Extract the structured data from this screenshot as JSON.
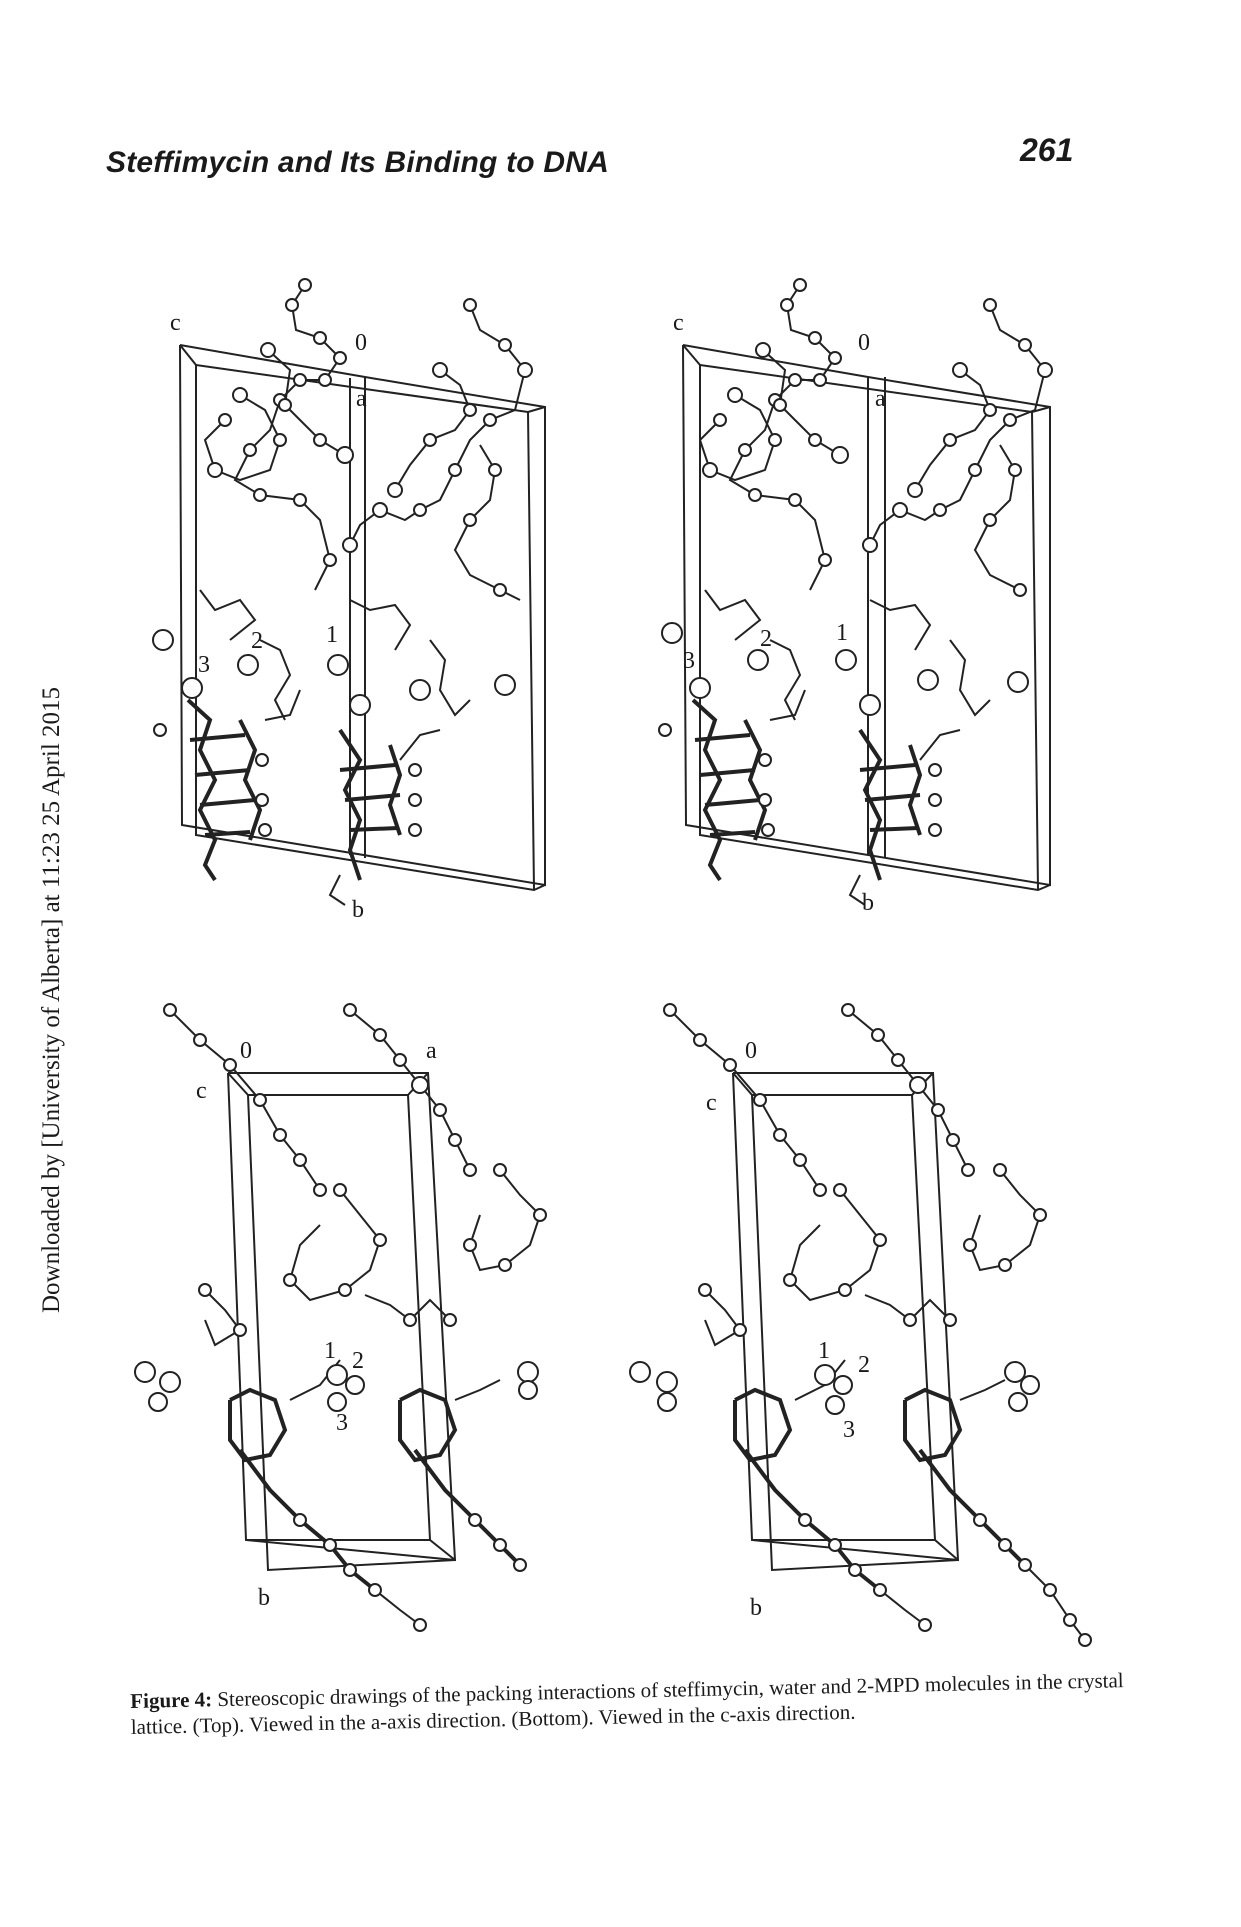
{
  "header": {
    "running_title": "Steffimycin and Its Binding to DNA",
    "page_number": "261"
  },
  "side_note": "Downloaded by [University of Alberta] at 11:23 25 April 2015",
  "figure": {
    "top_panels": [
      {
        "axes": {
          "c": "c",
          "origin": "0",
          "a": "a",
          "b": "b"
        },
        "molecules": [
          "1",
          "2",
          "3"
        ]
      },
      {
        "axes": {
          "c": "c",
          "origin": "0",
          "a": "a",
          "b": "b"
        },
        "molecules": [
          "1",
          "2",
          "3"
        ]
      }
    ],
    "bottom_panels": [
      {
        "axes": {
          "origin": "0",
          "a": "a",
          "c": "c",
          "b": "b"
        },
        "molecules": [
          "1",
          "2",
          "3"
        ]
      },
      {
        "axes": {
          "origin": "0",
          "c": "c",
          "b": "b"
        },
        "molecules": [
          "1",
          "2",
          "3"
        ]
      }
    ]
  },
  "caption": {
    "label": "Figure 4:",
    "text": "Stereoscopic drawings of the packing interactions of steffimycin, water and 2-MPD molecules in the crystal lattice. (Top). Viewed in the a-axis direction. (Bottom). Viewed in the c-axis direction."
  }
}
